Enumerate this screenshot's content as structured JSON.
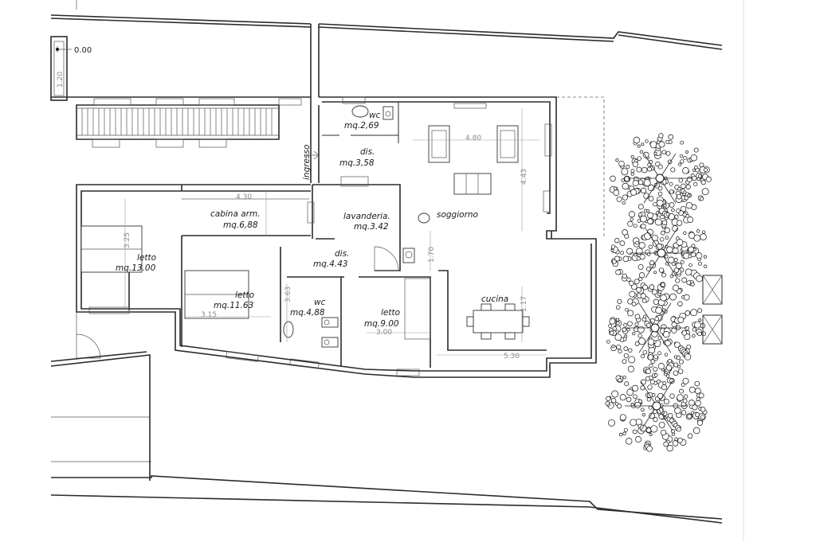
{
  "elevation": "0.00",
  "side_dim": "1.20",
  "rooms": {
    "wc_top": {
      "name": "wc",
      "area": "mq.2,69"
    },
    "dis_top": {
      "name": "dis.",
      "area": "mq.3,58"
    },
    "ingresso": "ingresso",
    "cabina": {
      "name": "cabina arm.",
      "area": "mq.6,88"
    },
    "lavanderia": {
      "name": "lavanderia.",
      "area": "mq.3.42"
    },
    "soggiorno": "soggiorno",
    "letto1": {
      "name": "letto",
      "area": "mq.13.00"
    },
    "dis_mid": {
      "name": "dis.",
      "area": "mq.4.43"
    },
    "letto2": {
      "name": "letto",
      "area": "mq.11.63"
    },
    "wc_bot": {
      "name": "wc",
      "area": "mq.4,88"
    },
    "letto3": {
      "name": "letto",
      "area": "mq.9.00"
    },
    "cucina": "cucina"
  },
  "dimensions": {
    "d480": "4.80",
    "d430": "4.30",
    "d443": "4.43",
    "d170": "1.70",
    "d315": "3.15",
    "d300": "3.00",
    "d530": "5.30",
    "d363": "3.63",
    "d325": "3.25",
    "d117": "1.17"
  }
}
